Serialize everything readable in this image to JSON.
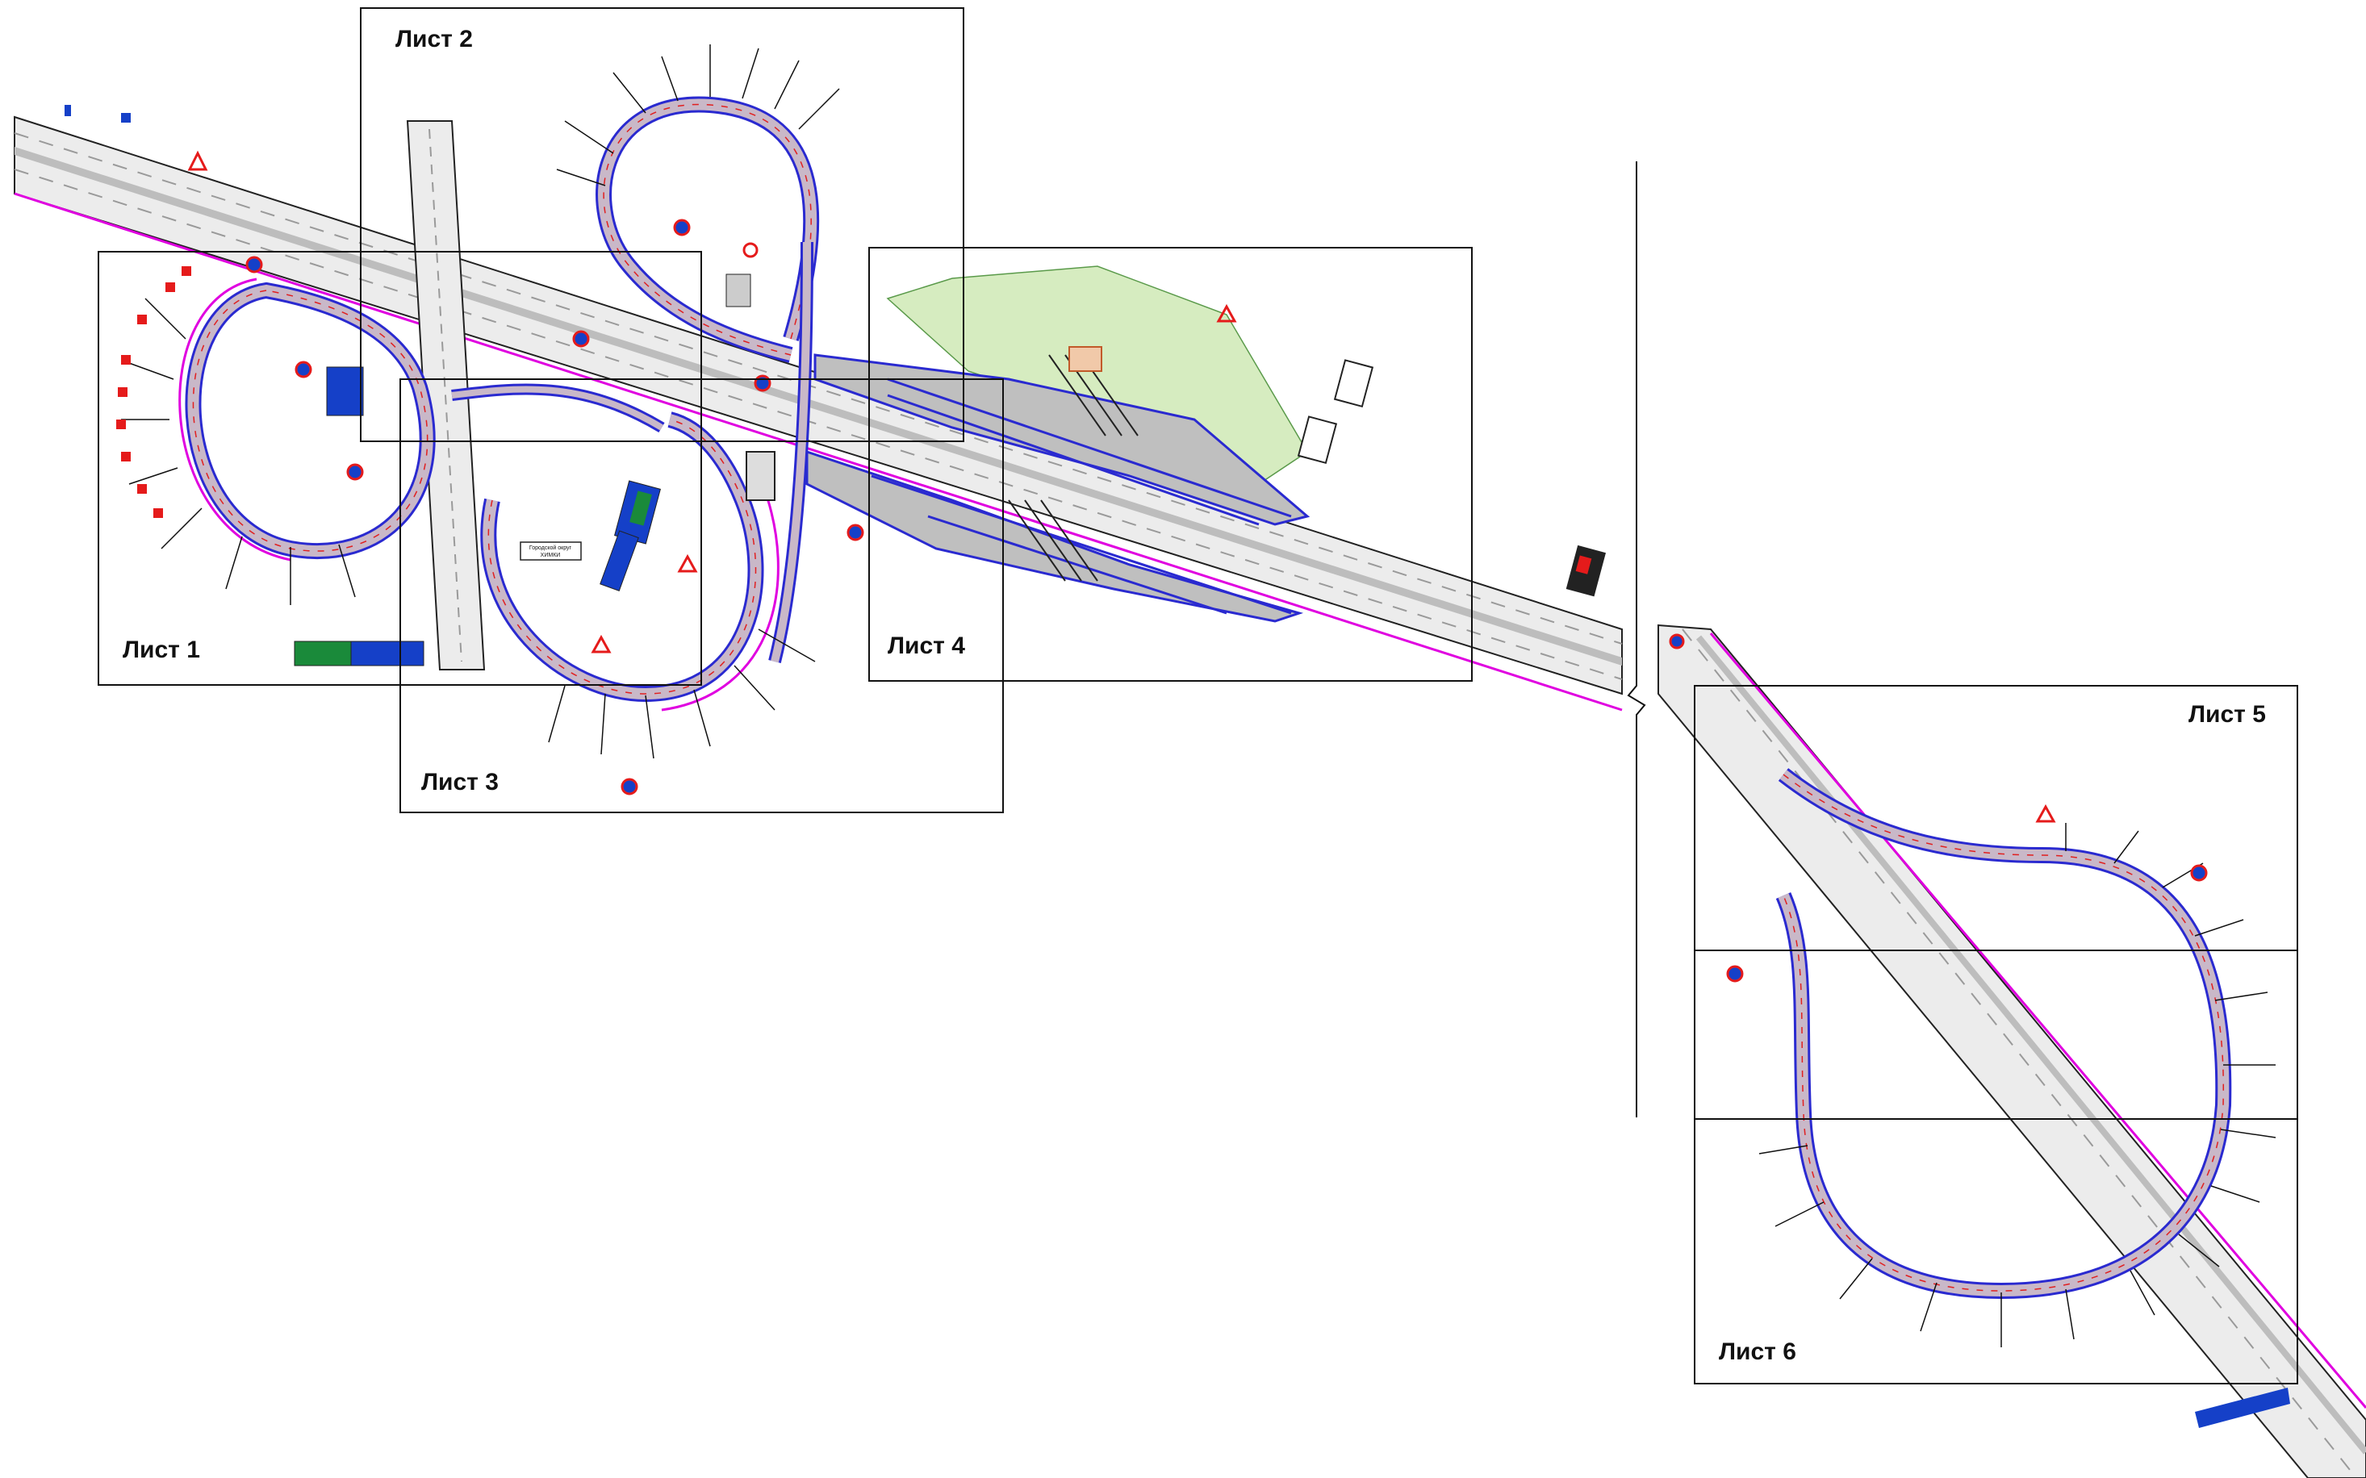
{
  "sheets": [
    {
      "id": "sheet-1",
      "label": "Лист 1"
    },
    {
      "id": "sheet-2",
      "label": "Лист 2"
    },
    {
      "id": "sheet-3",
      "label": "Лист 3"
    },
    {
      "id": "sheet-4",
      "label": "Лист 4"
    },
    {
      "id": "sheet-5",
      "label": "Лист 5"
    },
    {
      "id": "sheet-6",
      "label": "Лист 6"
    }
  ],
  "signs": {
    "district_sign_line1": "Городской округ",
    "district_sign_line2": "ХИМКИ"
  },
  "colors": {
    "road_fill": "#e6e6e6",
    "road_edge": "#222222",
    "lane_marking": "#9a9a9a",
    "ramp_blue": "#2a2ad0",
    "ramp_red": "#e02020",
    "ramp_fill": "#c9b8c8",
    "magenta_edge": "#e000e0",
    "green_area": "#d6ecc0",
    "sign_red": "#e51b1b",
    "sign_blue": "#1540c8",
    "sign_green": "#1a8a3a",
    "sheet_frame": "#111111"
  }
}
